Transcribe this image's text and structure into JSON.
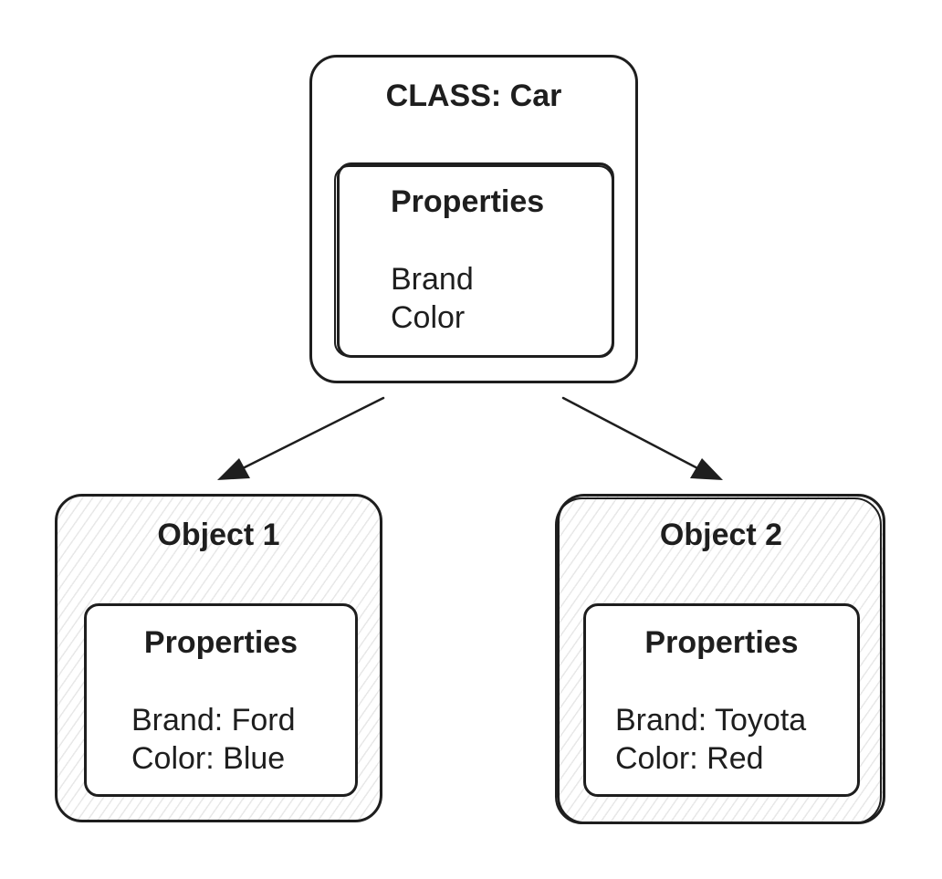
{
  "class_box": {
    "title": "CLASS: Car",
    "properties_heading": "Properties",
    "properties": [
      "Brand",
      "Color"
    ]
  },
  "objects": [
    {
      "title": "Object 1",
      "properties_heading": "Properties",
      "properties": [
        "Brand: Ford",
        "Color: Blue"
      ]
    },
    {
      "title": "Object 2",
      "properties_heading": "Properties",
      "properties": [
        "Brand: Toyota",
        "Color: Red"
      ]
    }
  ],
  "colors": {
    "stroke": "#1e1e1e",
    "background": "#ffffff",
    "hatch": "#d0d0d0"
  }
}
